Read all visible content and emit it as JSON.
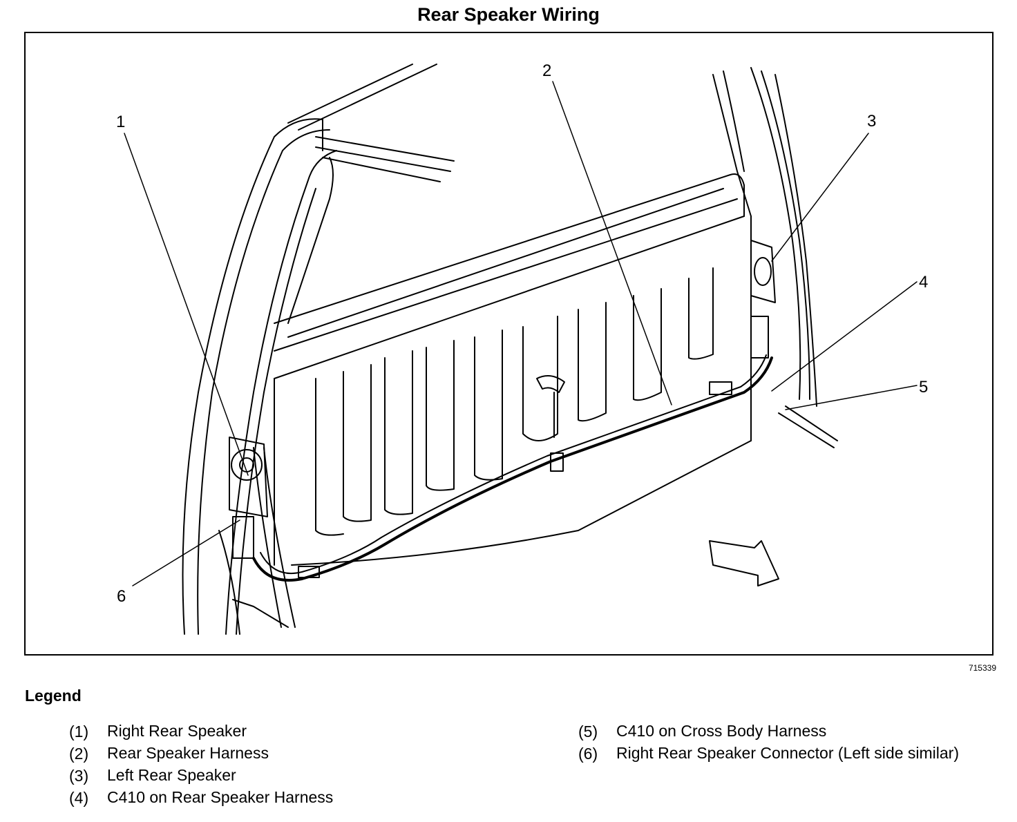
{
  "title": "Rear Speaker Wiring",
  "figure_number": "715339",
  "callouts": [
    "1",
    "2",
    "3",
    "4",
    "5",
    "6"
  ],
  "legend": {
    "heading": "Legend",
    "left": [
      {
        "num": "(1)",
        "text": "Right Rear Speaker"
      },
      {
        "num": "(2)",
        "text": "Rear Speaker Harness"
      },
      {
        "num": "(3)",
        "text": "Left Rear Speaker"
      },
      {
        "num": "(4)",
        "text": "C410 on Rear Speaker Harness"
      }
    ],
    "right": [
      {
        "num": "(5)",
        "text": "C410 on Cross Body Harness"
      },
      {
        "num": "(6)",
        "text": "Right Rear Speaker Connector (Left side similar)"
      }
    ]
  }
}
